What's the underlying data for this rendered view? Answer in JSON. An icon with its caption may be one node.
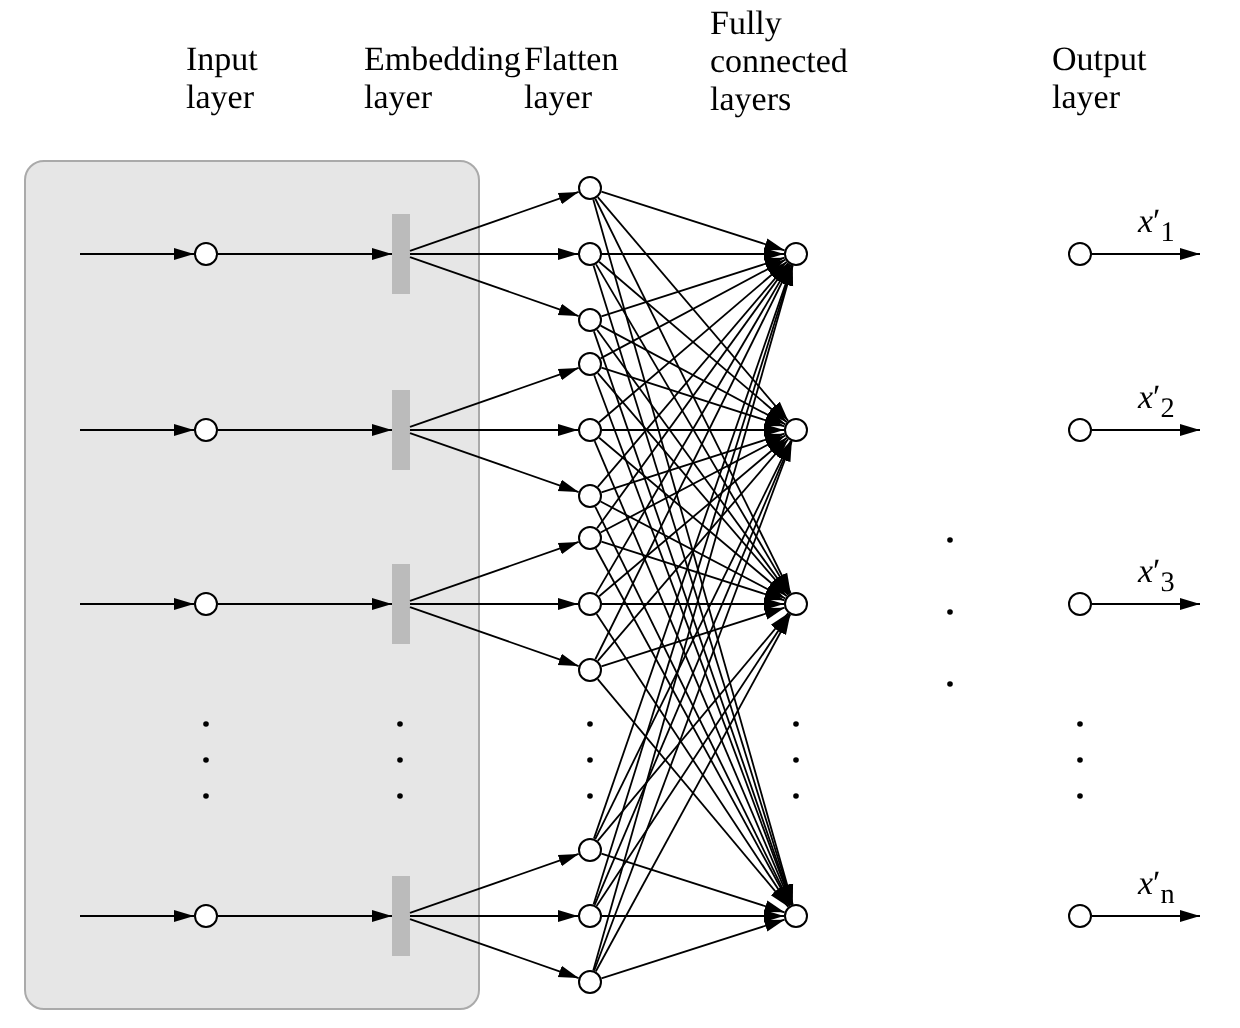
{
  "diagram": {
    "nodes": [
      {
        "text": [],
        "shape": "box"
      },
      {
        "text": [],
        "shape": "circle",
        "in": 0
      },
      {
        "text": [],
        "shape": "circle",
        "in": 0
      },
      {
        "text": [],
        "shape": "circle",
        "in": 0
      },
      {
        "text": [],
        "shape": "circle",
        "in": 0
      },
      {
        "text": [],
        "shape": "bar",
        "in": 0
      },
      {
        "text": [],
        "shape": "bar",
        "in": 0
      },
      {
        "text": [],
        "shape": "bar",
        "in": 0
      },
      {
        "text": [],
        "shape": "bar",
        "in": 0
      },
      {
        "text": [],
        "shape": "circle"
      },
      {
        "text": [],
        "shape": "circle"
      },
      {
        "text": [],
        "shape": "circle"
      },
      {
        "text": [],
        "shape": "circle"
      },
      {
        "text": [],
        "shape": "circle"
      },
      {
        "text": [],
        "shape": "circle"
      },
      {
        "text": [],
        "shape": "circle"
      },
      {
        "text": [],
        "shape": "circle"
      },
      {
        "text": [],
        "shape": "circle"
      },
      {
        "text": [],
        "shape": "circle"
      },
      {
        "text": [],
        "shape": "circle"
      },
      {
        "text": [],
        "shape": "circle"
      },
      {
        "text": [],
        "shape": "circle"
      },
      {
        "text": [],
        "shape": "circle"
      },
      {
        "text": [],
        "shape": "circle"
      },
      {
        "text": [],
        "shape": "circle"
      },
      {
        "text": [],
        "shape": "circle"
      },
      {
        "text": [],
        "shape": "circle"
      },
      {
        "text": [],
        "shape": "circle"
      },
      {
        "text": [],
        "shape": "circle"
      }
    ],
    "edges": [
      {
        "from": null,
        "to": 1,
        "arrow": "to"
      },
      {
        "from": null,
        "to": 2,
        "arrow": "to"
      },
      {
        "from": null,
        "to": 3,
        "arrow": "to"
      },
      {
        "from": null,
        "to": 4,
        "arrow": "to"
      },
      {
        "from": 1,
        "to": 5,
        "arrow": "to"
      },
      {
        "from": 2,
        "to": 6,
        "arrow": "to"
      },
      {
        "from": 3,
        "to": 7,
        "arrow": "to"
      },
      {
        "from": 4,
        "to": 8,
        "arrow": "to"
      },
      {
        "from": 5,
        "to": 9,
        "arrow": "to"
      },
      {
        "from": 5,
        "to": 10,
        "arrow": "to"
      },
      {
        "from": 5,
        "to": 11,
        "arrow": "to"
      },
      {
        "from": 6,
        "to": 12,
        "arrow": "to"
      },
      {
        "from": 6,
        "to": 13,
        "arrow": "to"
      },
      {
        "from": 6,
        "to": 14,
        "arrow": "to"
      },
      {
        "from": 7,
        "to": 15,
        "arrow": "to"
      },
      {
        "from": 7,
        "to": 16,
        "arrow": "to"
      },
      {
        "from": 7,
        "to": 17,
        "arrow": "to"
      },
      {
        "from": 8,
        "to": 18,
        "arrow": "to"
      },
      {
        "from": 8,
        "to": 19,
        "arrow": "to"
      },
      {
        "from": 8,
        "to": 20,
        "arrow": "to"
      },
      {
        "from": 9,
        "to": 21,
        "arrow": "to"
      },
      {
        "from": 9,
        "to": 22,
        "arrow": "to"
      },
      {
        "from": 9,
        "to": 23,
        "arrow": "to"
      },
      {
        "from": 9,
        "to": 24,
        "arrow": "to"
      },
      {
        "from": 10,
        "to": 21,
        "arrow": "to"
      },
      {
        "from": 10,
        "to": 22,
        "arrow": "to"
      },
      {
        "from": 10,
        "to": 23,
        "arrow": "to"
      },
      {
        "from": 10,
        "to": 24,
        "arrow": "to"
      },
      {
        "from": 11,
        "to": 21,
        "arrow": "to"
      },
      {
        "from": 11,
        "to": 22,
        "arrow": "to"
      },
      {
        "from": 11,
        "to": 23,
        "arrow": "to"
      },
      {
        "from": 11,
        "to": 24,
        "arrow": "to"
      },
      {
        "from": 12,
        "to": 21,
        "arrow": "to"
      },
      {
        "from": 12,
        "to": 22,
        "arrow": "to"
      },
      {
        "from": 12,
        "to": 23,
        "arrow": "to"
      },
      {
        "from": 12,
        "to": 24,
        "arrow": "to"
      },
      {
        "from": 13,
        "to": 21,
        "arrow": "to"
      },
      {
        "from": 13,
        "to": 22,
        "arrow": "to"
      },
      {
        "from": 13,
        "to": 23,
        "arrow": "to"
      },
      {
        "from": 13,
        "to": 24,
        "arrow": "to"
      },
      {
        "from": 14,
        "to": 21,
        "arrow": "to"
      },
      {
        "from": 14,
        "to": 22,
        "arrow": "to"
      },
      {
        "from": 14,
        "to": 23,
        "arrow": "to"
      },
      {
        "from": 14,
        "to": 24,
        "arrow": "to"
      },
      {
        "from": 15,
        "to": 21,
        "arrow": "to"
      },
      {
        "from": 15,
        "to": 22,
        "arrow": "to"
      },
      {
        "from": 15,
        "to": 23,
        "arrow": "to"
      },
      {
        "from": 15,
        "to": 24,
        "arrow": "to"
      },
      {
        "from": 16,
        "to": 21,
        "arrow": "to"
      },
      {
        "from": 16,
        "to": 22,
        "arrow": "to"
      },
      {
        "from": 16,
        "to": 23,
        "arrow": "to"
      },
      {
        "from": 16,
        "to": 24,
        "arrow": "to"
      },
      {
        "from": 17,
        "to": 21,
        "arrow": "to"
      },
      {
        "from": 17,
        "to": 22,
        "arrow": "to"
      },
      {
        "from": 17,
        "to": 23,
        "arrow": "to"
      },
      {
        "from": 17,
        "to": 24,
        "arrow": "to"
      },
      {
        "from": 18,
        "to": 21,
        "arrow": "to"
      },
      {
        "from": 18,
        "to": 22,
        "arrow": "to"
      },
      {
        "from": 18,
        "to": 23,
        "arrow": "to"
      },
      {
        "from": 18,
        "to": 24,
        "arrow": "to"
      },
      {
        "from": 19,
        "to": 21,
        "arrow": "to"
      },
      {
        "from": 19,
        "to": 22,
        "arrow": "to"
      },
      {
        "from": 19,
        "to": 23,
        "arrow": "to"
      },
      {
        "from": 19,
        "to": 24,
        "arrow": "to"
      },
      {
        "from": 20,
        "to": 21,
        "arrow": "to"
      },
      {
        "from": 20,
        "to": 22,
        "arrow": "to"
      },
      {
        "from": 20,
        "to": 23,
        "arrow": "to"
      },
      {
        "from": 20,
        "to": 24,
        "arrow": "to"
      },
      {
        "from": 25,
        "to": null,
        "arrow": "to",
        "label": "*x*′$_{1}$"
      },
      {
        "from": 26,
        "to": null,
        "arrow": "to",
        "label": "*x*′$_{2}$"
      },
      {
        "from": 27,
        "to": null,
        "arrow": "to",
        "label": "*x*′$_{3}$"
      },
      {
        "from": 28,
        "to": null,
        "arrow": "to",
        "label": "*x*′$_{n}$"
      }
    ],
    "labels": [
      "Input layer",
      "Embedding layer",
      "Flatten layer",
      "Fully connected layers",
      "Output layer"
    ]
  }
}
